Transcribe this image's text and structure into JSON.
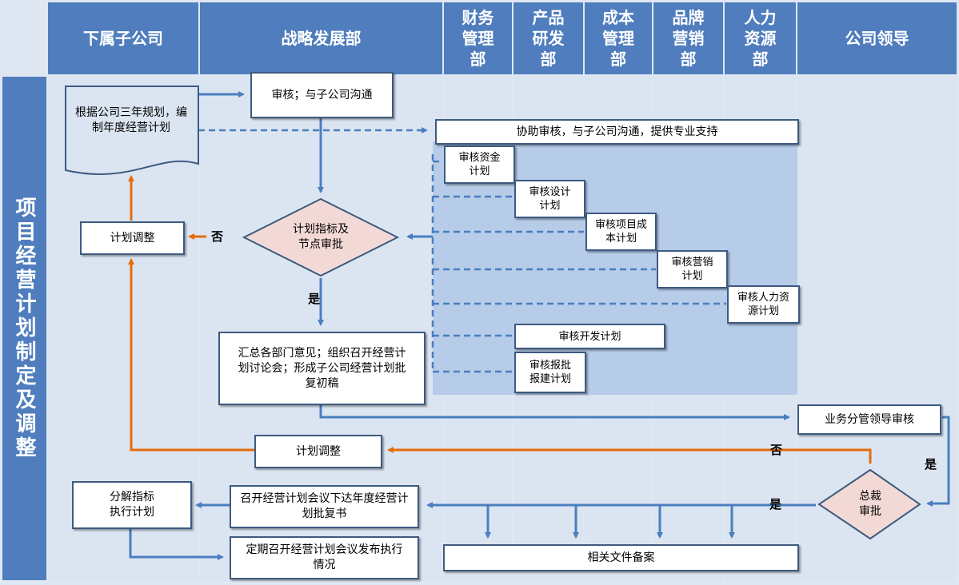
{
  "side_title": "项目经营计划制定及调整",
  "headers": {
    "sub": "下属子公司",
    "strategy": "战略发展部",
    "finance": "财务管理部",
    "product": "产品研发部",
    "cost": "成本管理部",
    "brand": "品牌营销部",
    "hr": "人力资源部",
    "leader": "公司领导"
  },
  "nodes": {
    "doc": "根据公司三年规划，编制年度经营计划",
    "review": "审核；与子公司沟通",
    "assist": "协助审核，与子公司沟通，提供专业支持",
    "fund": "审核资金计划",
    "design": "审核设计计划",
    "cost": "审核项目成本计划",
    "market": "审核营销计划",
    "hrplan": "审核人力资源计划",
    "dev": "审核开发计划",
    "build": "审核报批报建计划",
    "decision": "计划指标及节点审批",
    "adjust1": "计划调整",
    "summary": "汇总各部门意见；组织召开经营计划讨论会；形成子公司经营计划批复初稿",
    "leader_review": "业务分管领导审核",
    "adjust2": "计划调整",
    "ceo": "总裁审批",
    "meeting": "召开经营计划会议下达年度经营计划批复书",
    "decompose": "分解指标执行计划",
    "periodic": "定期召开经营计划会议发布执行情况",
    "archive": "相关文件备案"
  },
  "labels": {
    "no1": "否",
    "yes1": "是",
    "no2": "否",
    "yes2": "是",
    "yes3": "是"
  },
  "colors": {
    "header": "#4f7dbd",
    "lane": "#dbe5f1",
    "flow": "#4a7ebf",
    "return": "#e46c0a",
    "diamond": "#f3d9d6"
  }
}
